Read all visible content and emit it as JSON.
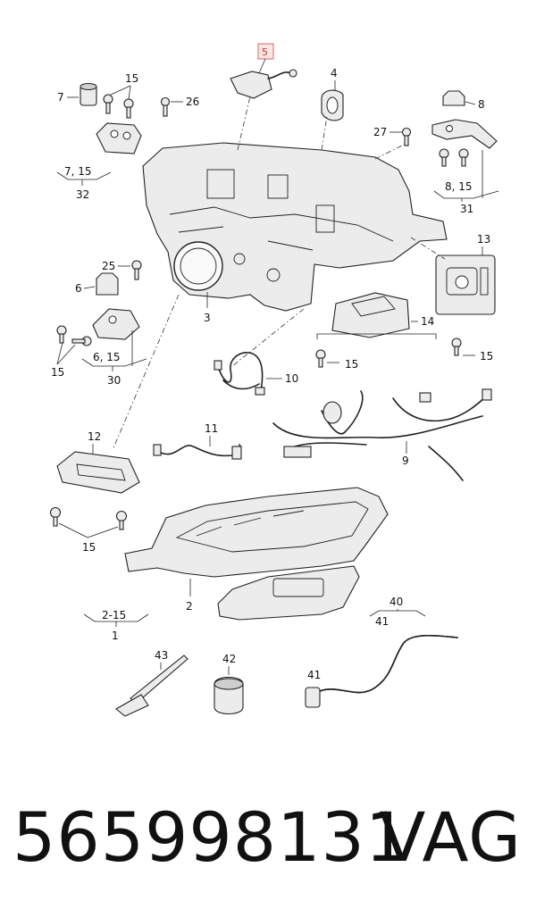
{
  "callouts": {
    "c5": "5",
    "c4": "4",
    "c7": "7",
    "c15a": "15",
    "c26": "26",
    "c8": "8",
    "c27": "27",
    "c32_sub": "7, 15",
    "c32": "32",
    "c31_sub": "8, 15",
    "c31": "31",
    "c13": "13",
    "c25": "25",
    "c6": "6",
    "c3": "3",
    "c14": "14",
    "c15b": "15",
    "c15c": "15",
    "c15d": "15",
    "c30_sub": "6, 15",
    "c30": "30",
    "c10": "10",
    "c11": "11",
    "c12": "12",
    "c9": "9",
    "c15e": "15",
    "c2": "2",
    "c1_sub": "2-15",
    "c1": "1",
    "c40": "40",
    "c41a": "41",
    "c41b": "41",
    "c43": "43",
    "c42": "42"
  },
  "highlighted_callout": "5",
  "footer": {
    "part_number": "565998131",
    "brand": "VAG"
  }
}
